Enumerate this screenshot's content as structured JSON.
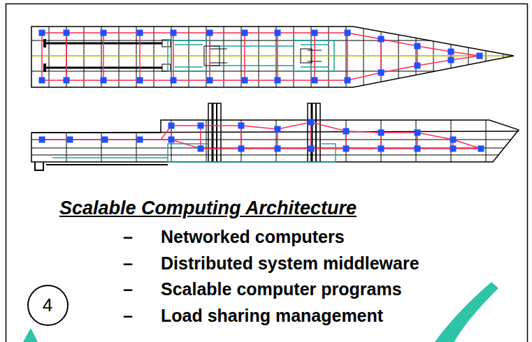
{
  "diagram": {
    "title": "Scalable Computing Architecture",
    "nodes": [
      {
        "text": [
          "4"
        ]
      }
    ],
    "labels": [
      "–",
      "Networked computers",
      "–",
      "Distributed system middleware",
      "–",
      "Scalable computer programs",
      "–",
      "Load sharing management"
    ]
  }
}
